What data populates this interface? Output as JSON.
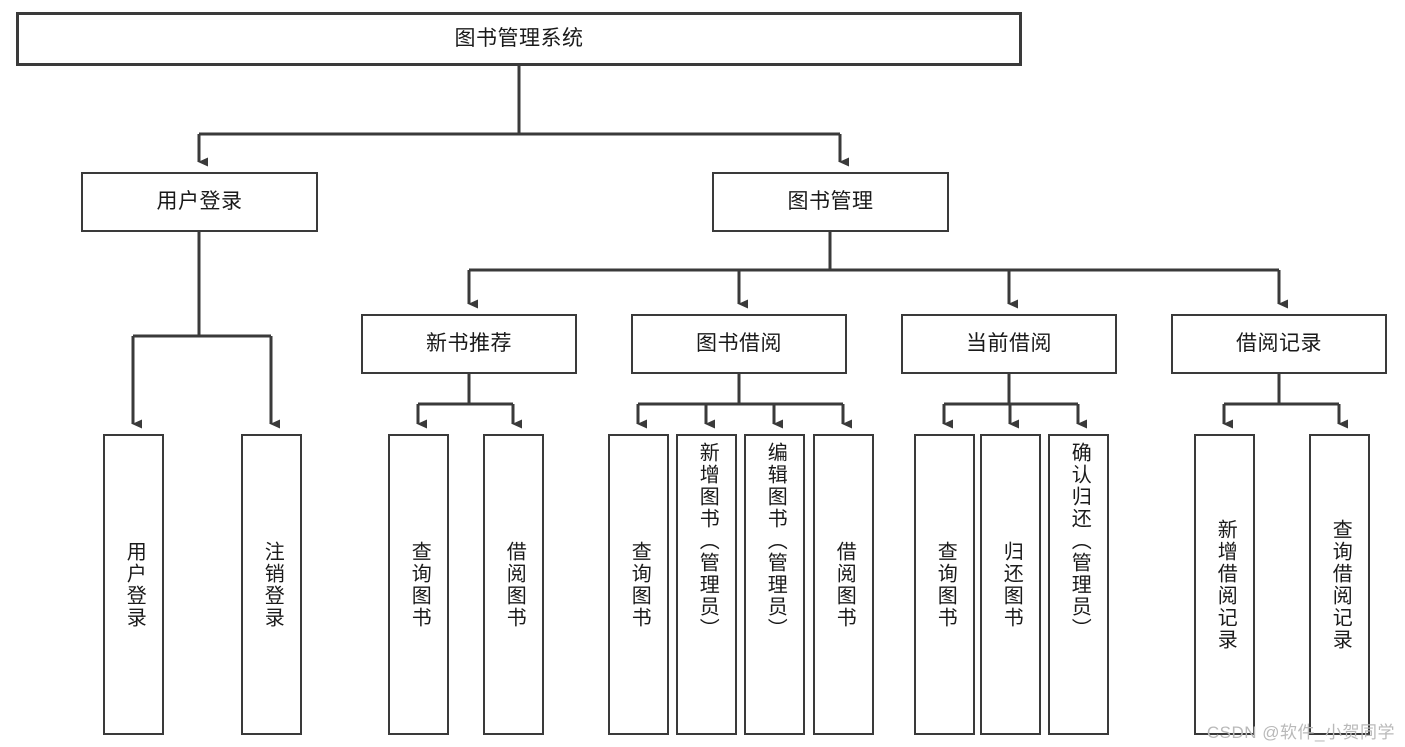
{
  "diagram": {
    "title": "图书管理系统",
    "watermark": "CSDN @软件_小贺同学",
    "colors": {
      "box_border": "#3a3a3a",
      "box_fill": "#ffffff",
      "connector": "#3a3a3a",
      "text": "#1a1a1a",
      "watermark": "#b9b9b9"
    },
    "nodes": {
      "root": {
        "label": "图书管理系统"
      },
      "level2": [
        {
          "label": "用户登录"
        },
        {
          "label": "图书管理"
        }
      ],
      "level3": [
        {
          "label": "新书推荐"
        },
        {
          "label": "图书借阅"
        },
        {
          "label": "当前借阅"
        },
        {
          "label": "借阅记录"
        }
      ],
      "leaves": {
        "user_login": [
          {
            "label": "用户登录"
          },
          {
            "label": "注销登录"
          }
        ],
        "new_book_recommend": [
          {
            "label": "查询图书"
          },
          {
            "label": "借阅图书"
          }
        ],
        "book_borrow": [
          {
            "label": "查询图书"
          },
          {
            "label": "新增图书（管理员）"
          },
          {
            "label": "编辑图书（管理员）"
          },
          {
            "label": "借阅图书"
          }
        ],
        "current_borrow": [
          {
            "label": "查询图书"
          },
          {
            "label": "归还图书"
          },
          {
            "label": "确认归还（管理员）"
          }
        ],
        "borrow_record": [
          {
            "label": "新增借阅记录"
          },
          {
            "label": "查询借阅记录"
          }
        ]
      }
    }
  }
}
